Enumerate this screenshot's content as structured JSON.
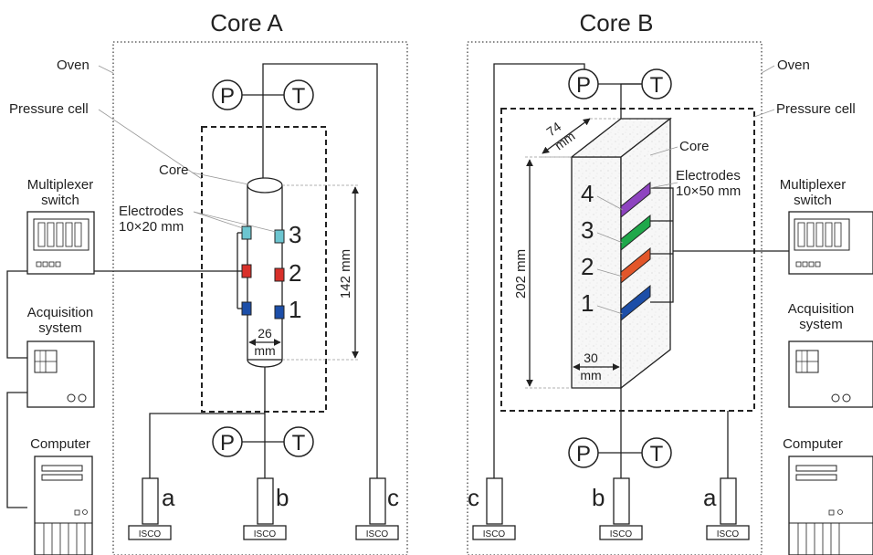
{
  "titles": {
    "core_a": "Core A",
    "core_b": "Core B"
  },
  "labels": {
    "oven": "Oven",
    "pressure_cell": "Pressure cell",
    "core": "Core",
    "electrodes": "Electrodes",
    "multiplexer_line1": "Multiplexer",
    "multiplexer_line2": "switch",
    "acquisition_line1": "Acquisition",
    "acquisition_line2": "system",
    "computer": "Computer",
    "p": "P",
    "t": "T",
    "isco": "ISCO"
  },
  "core_a": {
    "electrode_size": "10×20 mm",
    "length": "142 mm",
    "diameter_value": "26",
    "diameter_unit": "mm",
    "electrode_numbers": [
      "3",
      "2",
      "1"
    ],
    "pumps": [
      "a",
      "b",
      "c"
    ]
  },
  "core_b": {
    "electrode_size": "10×50 mm",
    "length": "202 mm",
    "depth_value": "74",
    "depth_unit": "mm",
    "width_value": "30",
    "width_unit": "mm",
    "electrode_numbers": [
      "4",
      "3",
      "2",
      "1"
    ],
    "pumps": [
      "c",
      "b",
      "a"
    ]
  },
  "colors": {
    "electrode_3": "#6cc5d0",
    "electrode_2": "#d8302a",
    "electrode_1": "#1c4ea8",
    "electrode_4b": "#8e44c0",
    "electrode_3b": "#1fa84a",
    "electrode_2b": "#e2562a",
    "electrode_1b": "#1c4ea8"
  }
}
